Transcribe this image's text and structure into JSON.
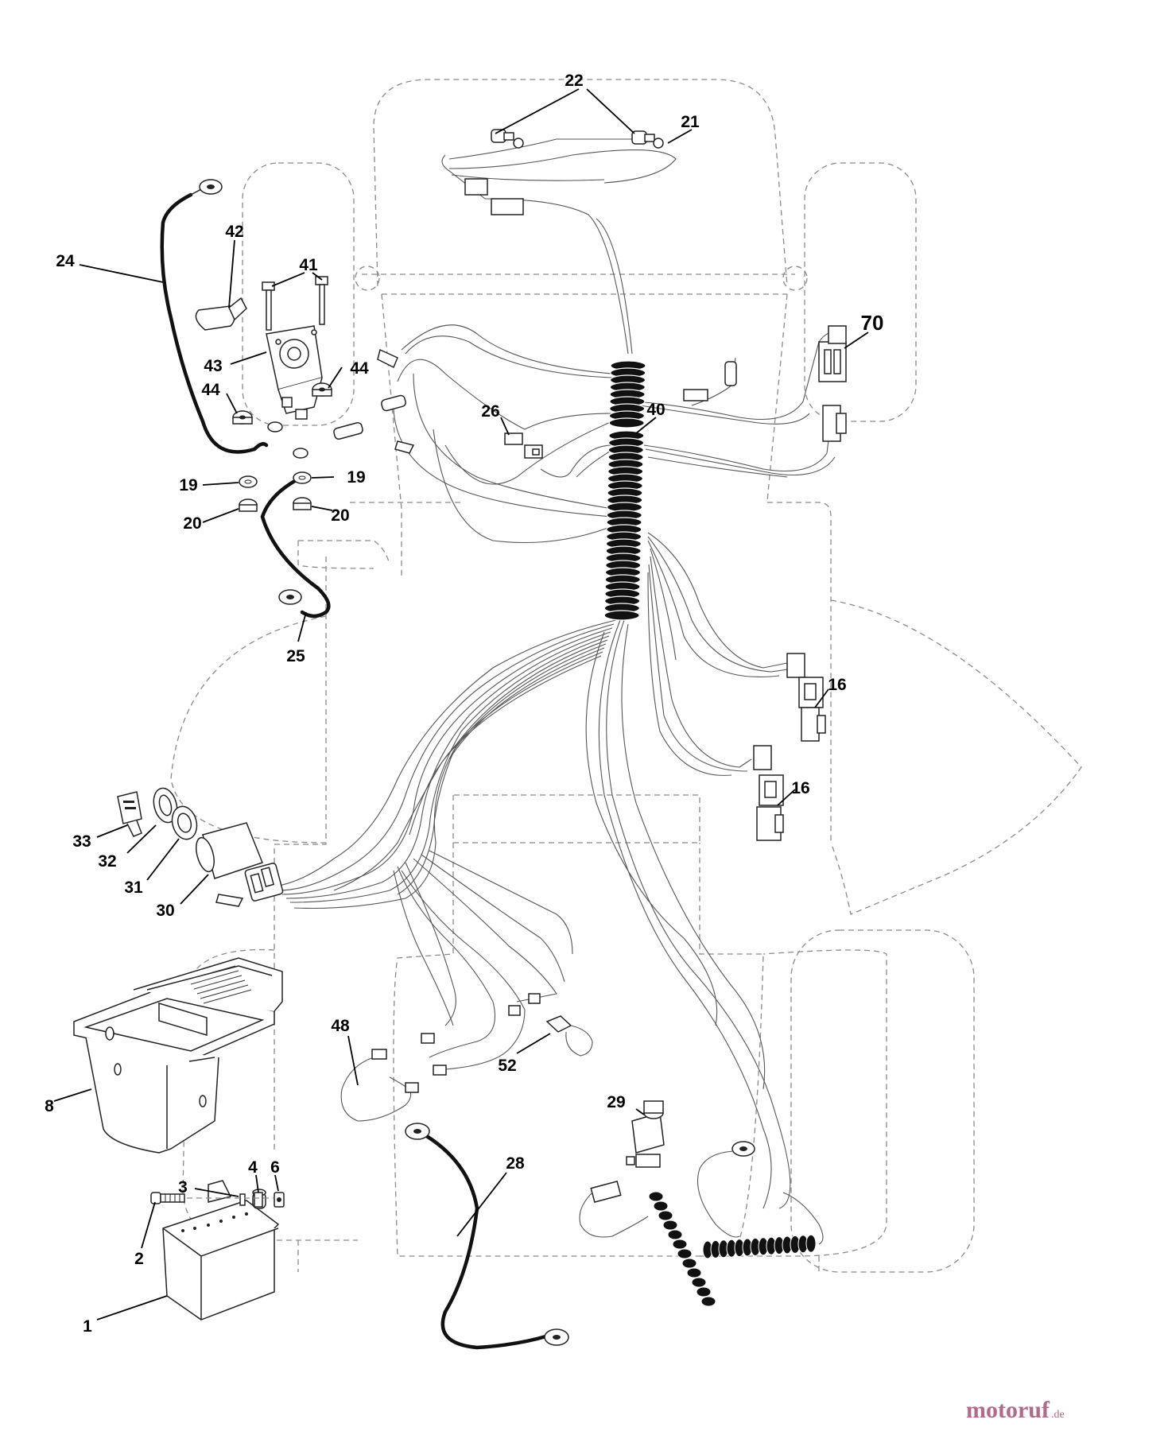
{
  "callouts": [
    {
      "id": "c22",
      "label": "22"
    },
    {
      "id": "c21",
      "label": "21"
    },
    {
      "id": "c24",
      "label": "24"
    },
    {
      "id": "c42",
      "label": "42"
    },
    {
      "id": "c41",
      "label": "41"
    },
    {
      "id": "c70",
      "label": "70"
    },
    {
      "id": "c43",
      "label": "43"
    },
    {
      "id": "c44a",
      "label": "44"
    },
    {
      "id": "c44b",
      "label": "44"
    },
    {
      "id": "c26",
      "label": "26"
    },
    {
      "id": "c40",
      "label": "40"
    },
    {
      "id": "c19a",
      "label": "19"
    },
    {
      "id": "c19b",
      "label": "19"
    },
    {
      "id": "c20a",
      "label": "20"
    },
    {
      "id": "c20b",
      "label": "20"
    },
    {
      "id": "c25",
      "label": "25"
    },
    {
      "id": "c16a",
      "label": "16"
    },
    {
      "id": "c16b",
      "label": "16"
    },
    {
      "id": "c33",
      "label": "33"
    },
    {
      "id": "c32",
      "label": "32"
    },
    {
      "id": "c31",
      "label": "31"
    },
    {
      "id": "c30",
      "label": "30"
    },
    {
      "id": "c48",
      "label": "48"
    },
    {
      "id": "c52",
      "label": "52"
    },
    {
      "id": "c8",
      "label": "8"
    },
    {
      "id": "c29",
      "label": "29"
    },
    {
      "id": "c28",
      "label": "28"
    },
    {
      "id": "c4",
      "label": "4"
    },
    {
      "id": "c6",
      "label": "6"
    },
    {
      "id": "c3",
      "label": "3"
    },
    {
      "id": "c2",
      "label": "2"
    },
    {
      "id": "c1",
      "label": "1"
    }
  ],
  "watermark": {
    "brand": "motoruf",
    "suffix": ".de"
  }
}
